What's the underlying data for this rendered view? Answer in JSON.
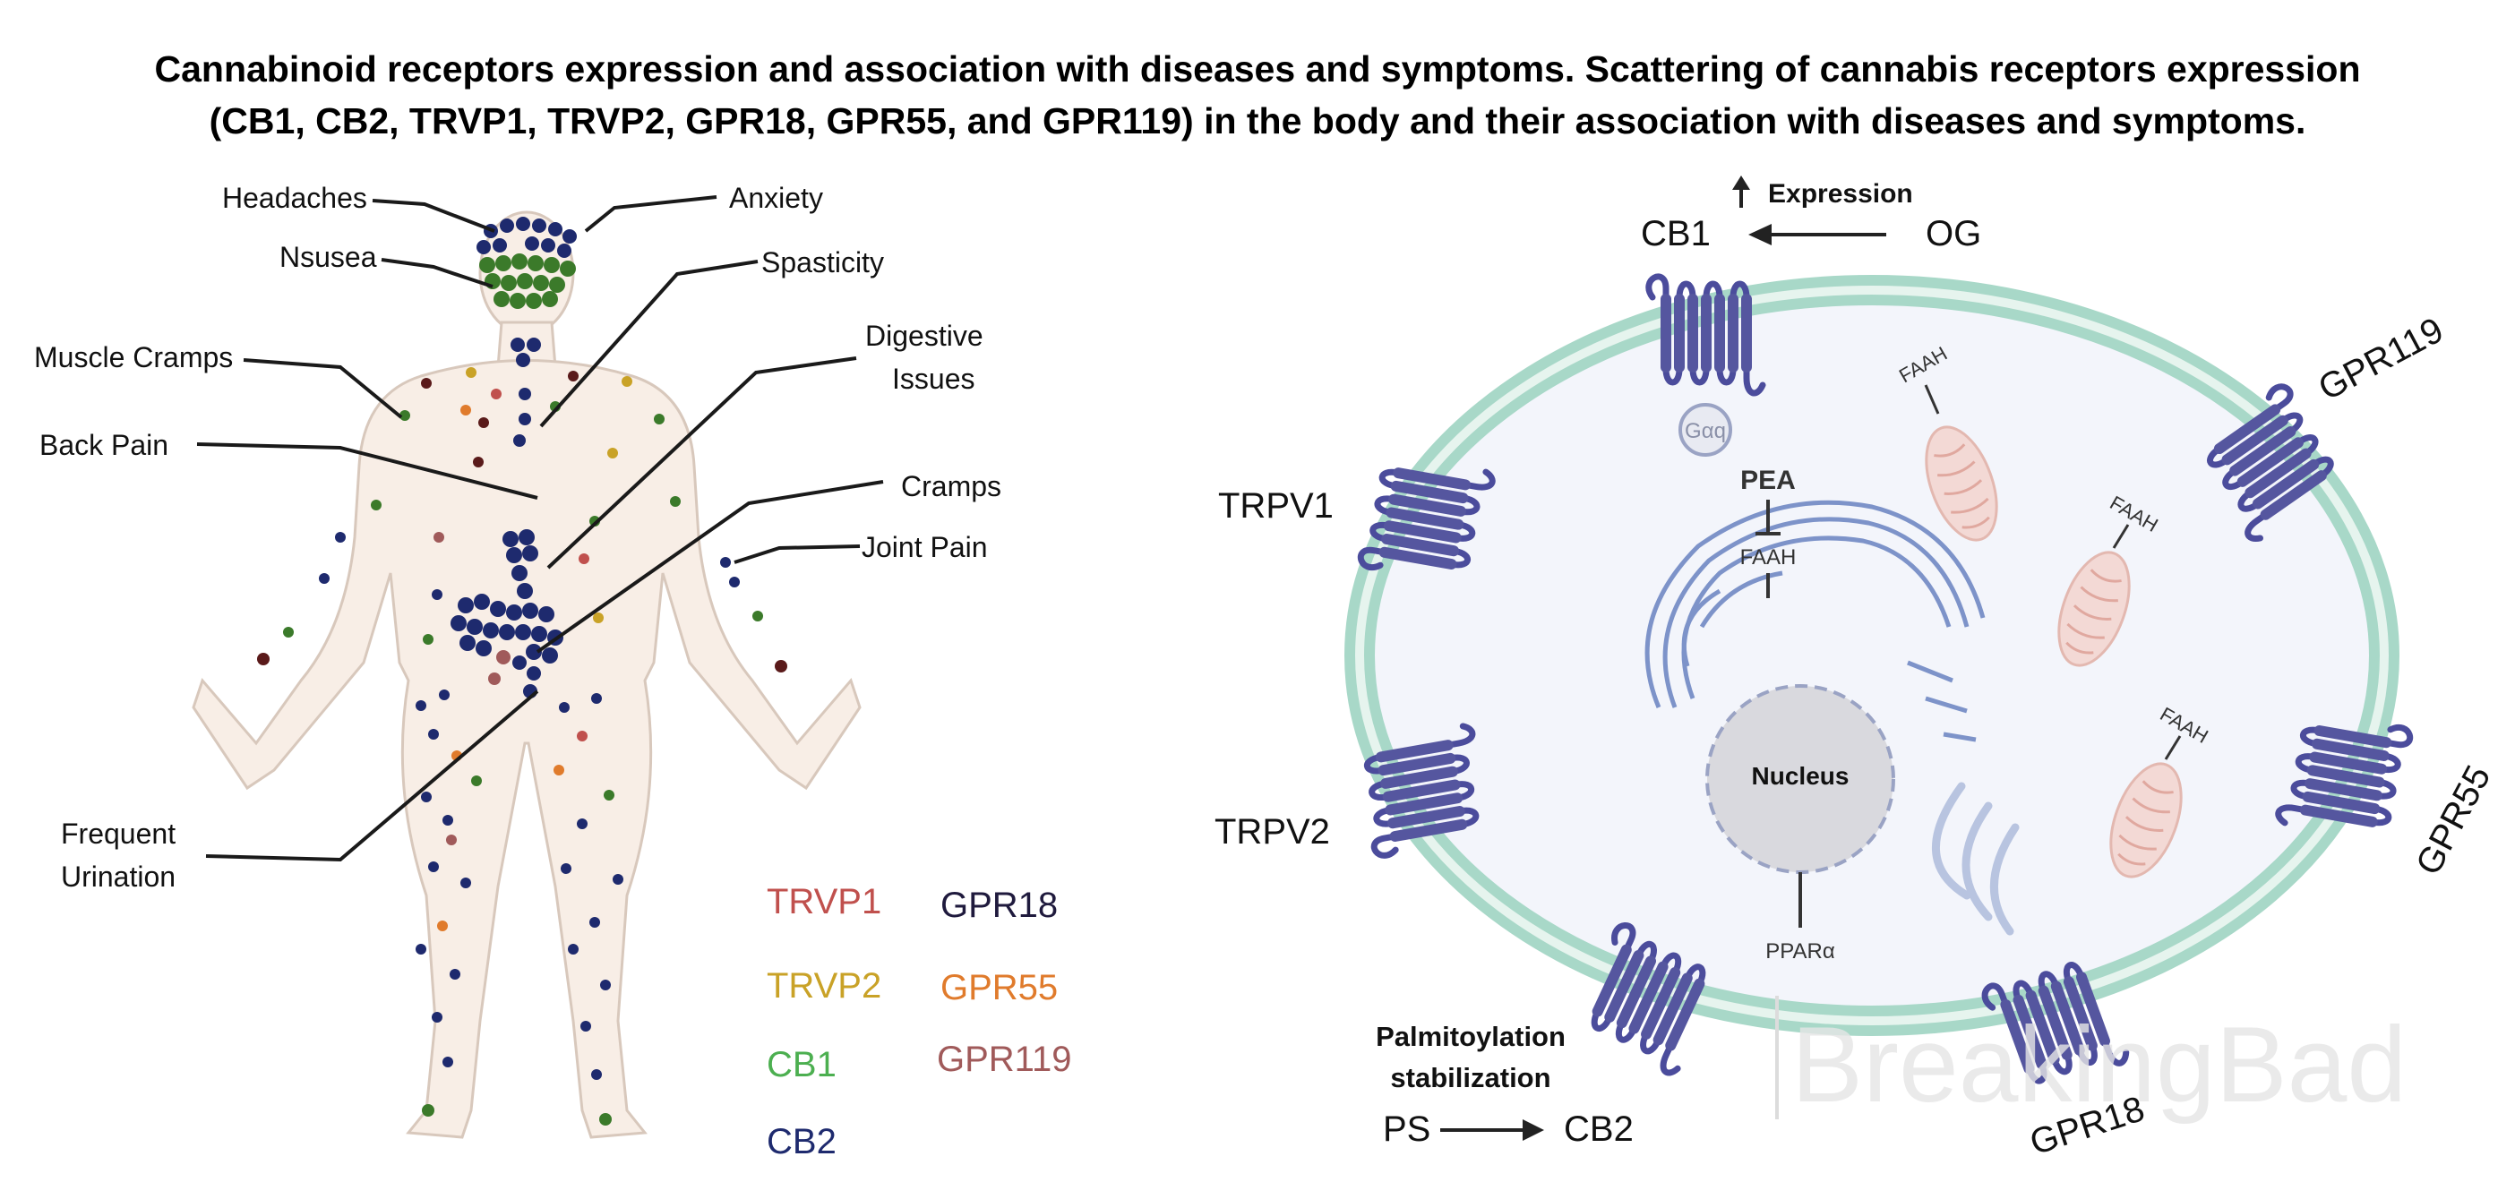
{
  "title": {
    "line1": "Cannabinoid receptors expression and association with diseases and symptoms. Scattering of cannabis receptors expression",
    "line2": "(CB1, CB2, TRVP1, TRVP2, GPR18, GPR55, and GPR119) in the body and their association with diseases and symptoms."
  },
  "body_panel": {
    "symptoms": {
      "headaches": "Headaches",
      "anxiety": "Anxiety",
      "nausea": "Nsusea",
      "spasticity": "Spasticity",
      "muscle_cramps": "Muscle Cramps",
      "digestive_1": "Digestive",
      "digestive_2": "Issues",
      "back_pain": "Back Pain",
      "cramps": "Cramps",
      "joint_pain": "Joint Pain",
      "urination_1": "Frequent",
      "urination_2": "Urination"
    },
    "legend": [
      {
        "label": "TRVP1",
        "color": "#c0504d"
      },
      {
        "label": "GPR18",
        "color": "#1f1a3d"
      },
      {
        "label": "TRVP2",
        "color": "#c9a227"
      },
      {
        "label": "GPR55",
        "color": "#e07b2c"
      },
      {
        "label": "CB1",
        "color": "#4caf50"
      },
      {
        "label": "GPR119",
        "color": "#a05a5a"
      },
      {
        "label": "CB2",
        "color": "#1e2a6e"
      }
    ]
  },
  "cell_panel": {
    "expression": "Expression",
    "cb1": "CB1",
    "og": "OG",
    "gaq": "Gαq",
    "pea": "PEA",
    "faah": "FAAH",
    "nucleus": "Nucleus",
    "ppara": "PPARα",
    "trpv1": "TRPV1",
    "trpv2": "TRPV2",
    "gpr119": "GPR119",
    "gpr55": "GPR55",
    "gpr18": "GPR18",
    "palm_1": "Palmitoylation",
    "palm_2": "stabilization",
    "ps": "PS",
    "cb2": "CB2",
    "watermark": "BreakingBad"
  },
  "colors": {
    "receptor": "#4b4c9c",
    "membrane": "#a8d8c8",
    "cell_interior": "#f3f5fb",
    "nucleus": "#d9d9de",
    "er": "#7d93c9",
    "mito": "#f3d9d5"
  }
}
